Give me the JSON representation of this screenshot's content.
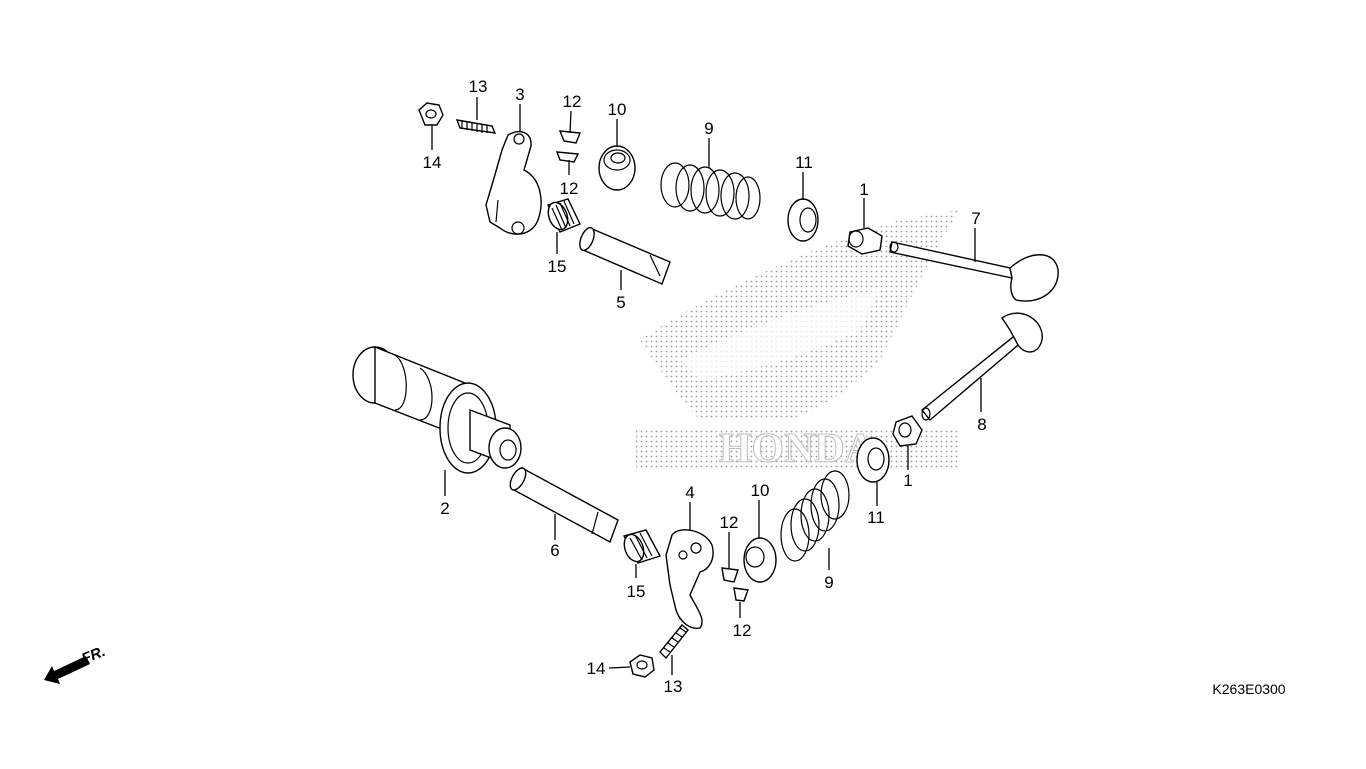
{
  "diagram": {
    "code": "K263E0300",
    "front_label": "FR.",
    "logo_text": "HONDA",
    "callouts": {
      "c1a": "1",
      "c1b": "1",
      "c2": "2",
      "c3": "3",
      "c4": "4",
      "c5": "5",
      "c6": "6",
      "c7": "7",
      "c8": "8",
      "c9a": "9",
      "c9b": "9",
      "c10a": "10",
      "c10b": "10",
      "c11a": "11",
      "c11b": "11",
      "c12a": "12",
      "c12b": "12",
      "c12c": "12",
      "c12d": "12",
      "c13a": "13",
      "c13b": "13",
      "c14a": "14",
      "c14b": "14",
      "c15a": "15",
      "c15b": "15"
    }
  }
}
